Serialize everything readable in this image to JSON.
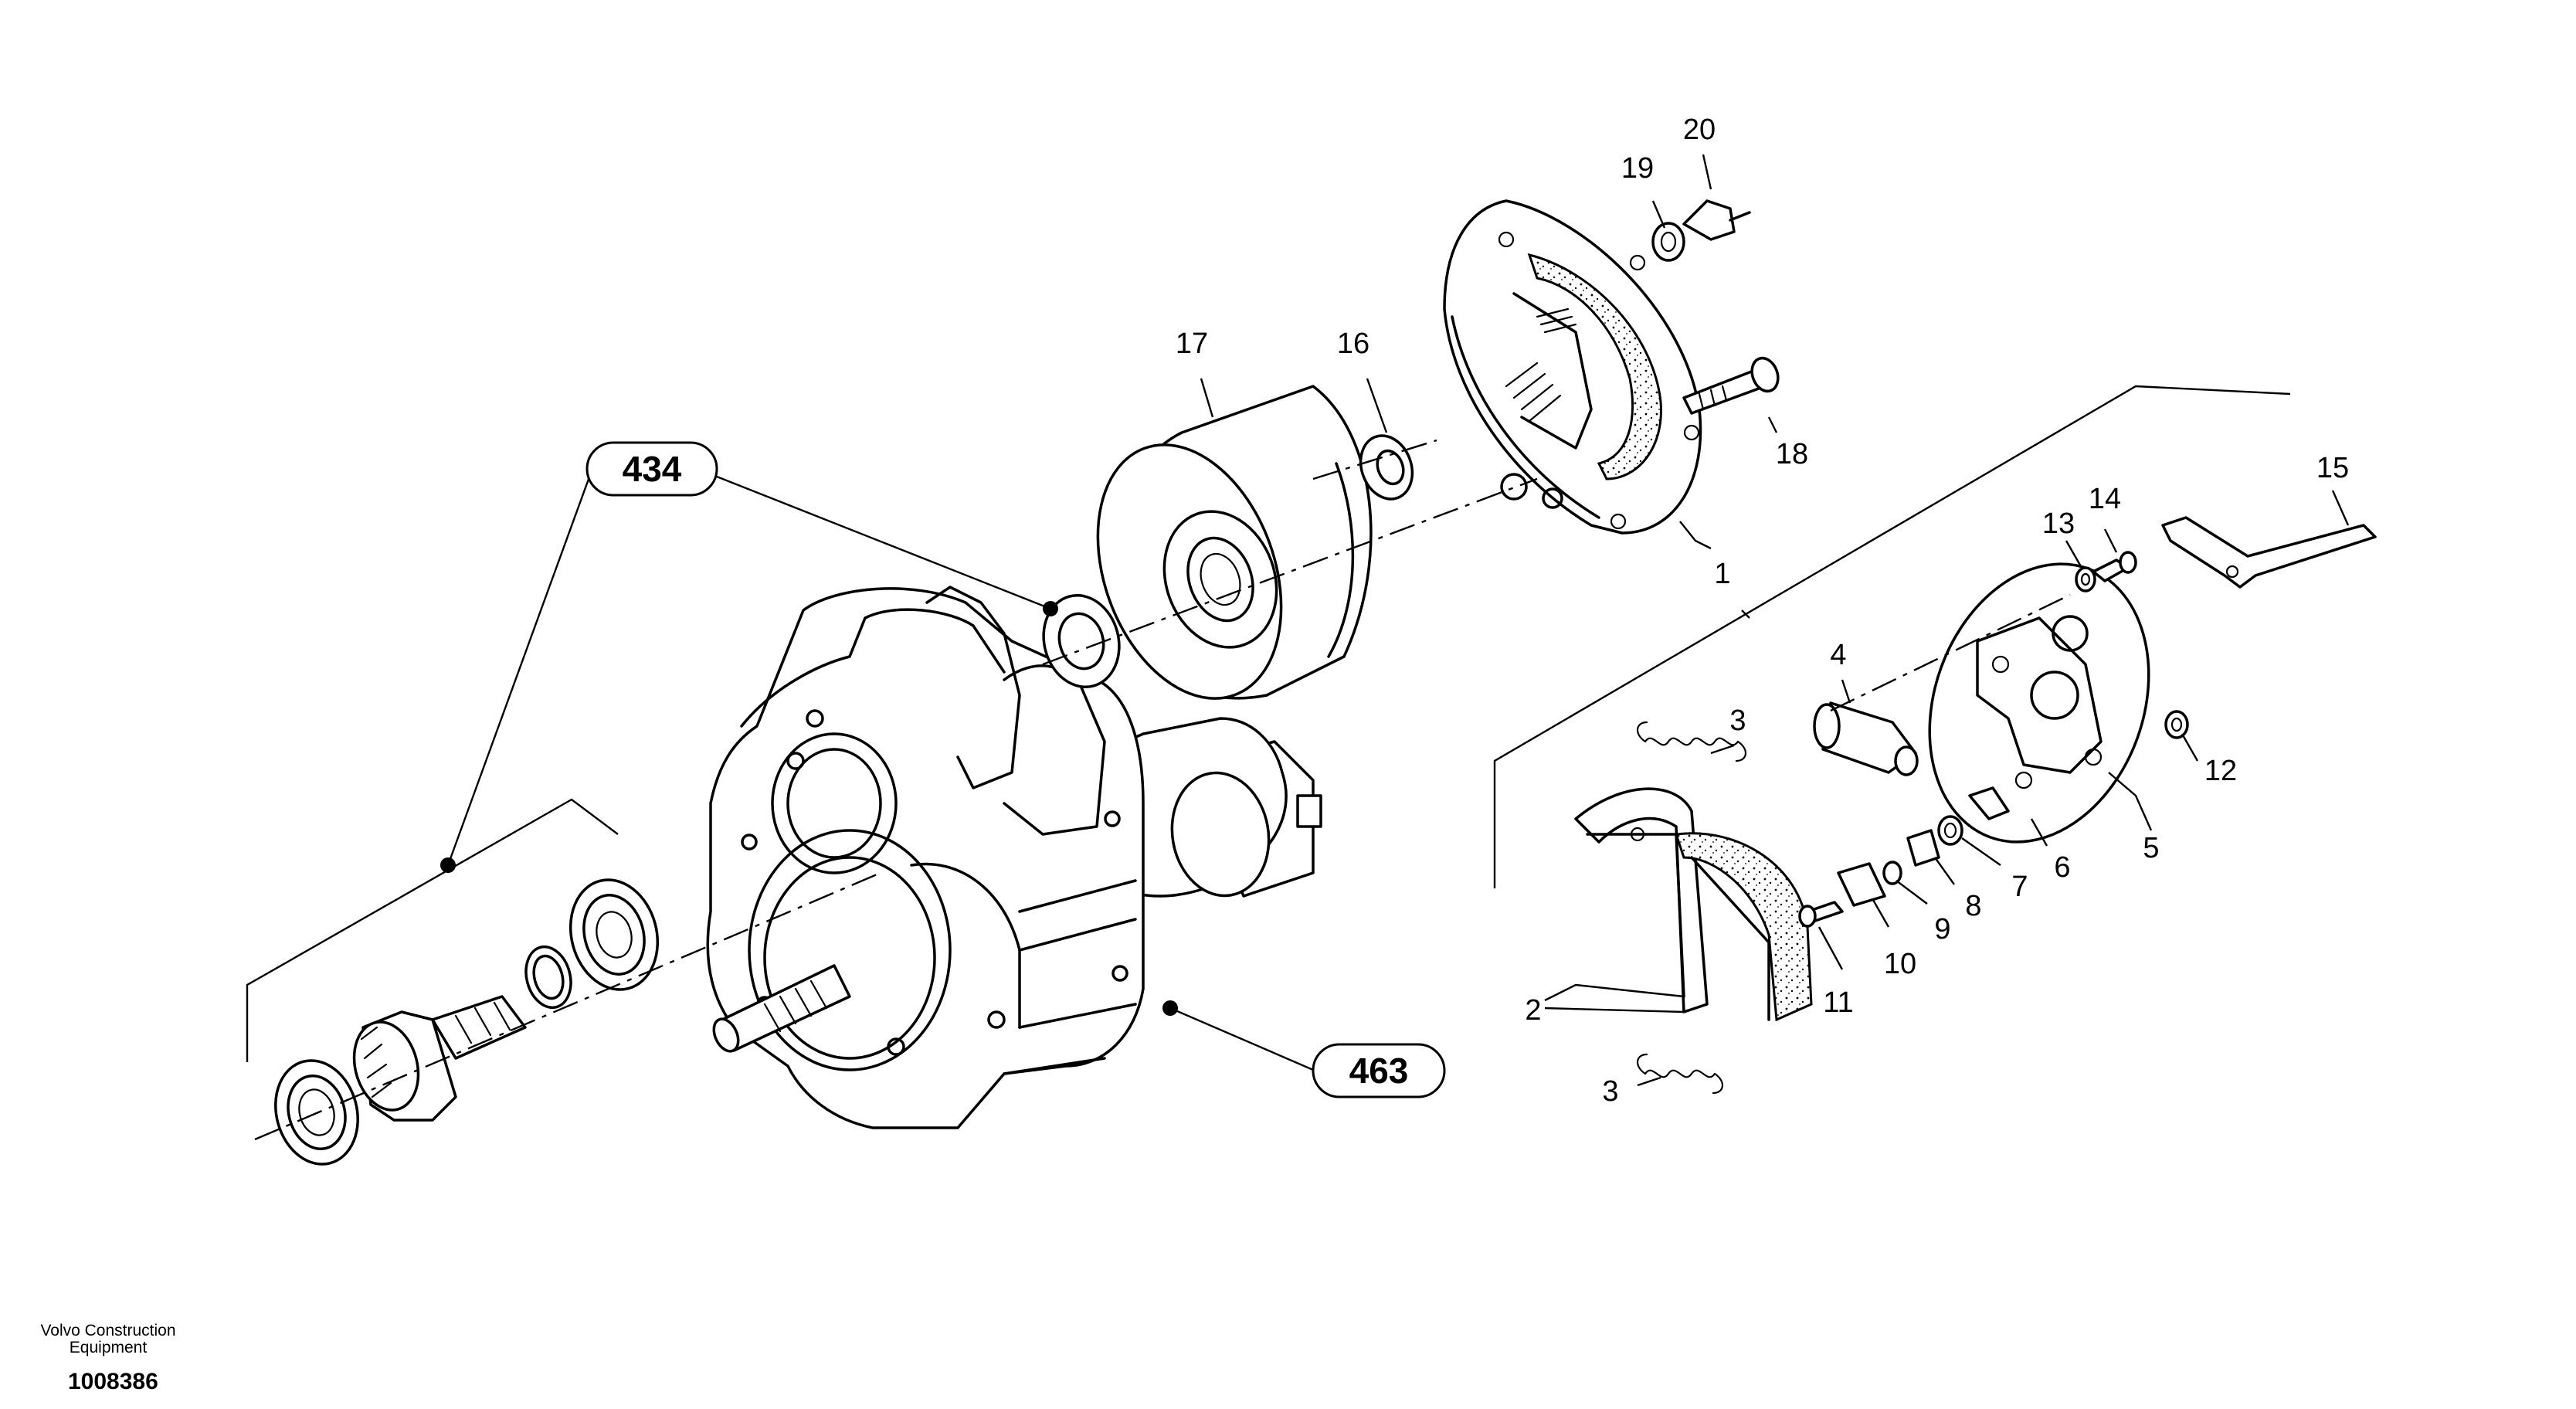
{
  "diagram": {
    "group_refs": [
      "434",
      "463"
    ],
    "part_numbers": [
      "1",
      "2",
      "3",
      "3",
      "4",
      "5",
      "6",
      "7",
      "8",
      "9",
      "10",
      "11",
      "12",
      "13",
      "14",
      "15",
      "16",
      "17",
      "18",
      "19",
      "20"
    ]
  },
  "footer": {
    "company_line1": "Volvo Construction",
    "company_line2": "Equipment",
    "illustration_number": "1008386"
  }
}
